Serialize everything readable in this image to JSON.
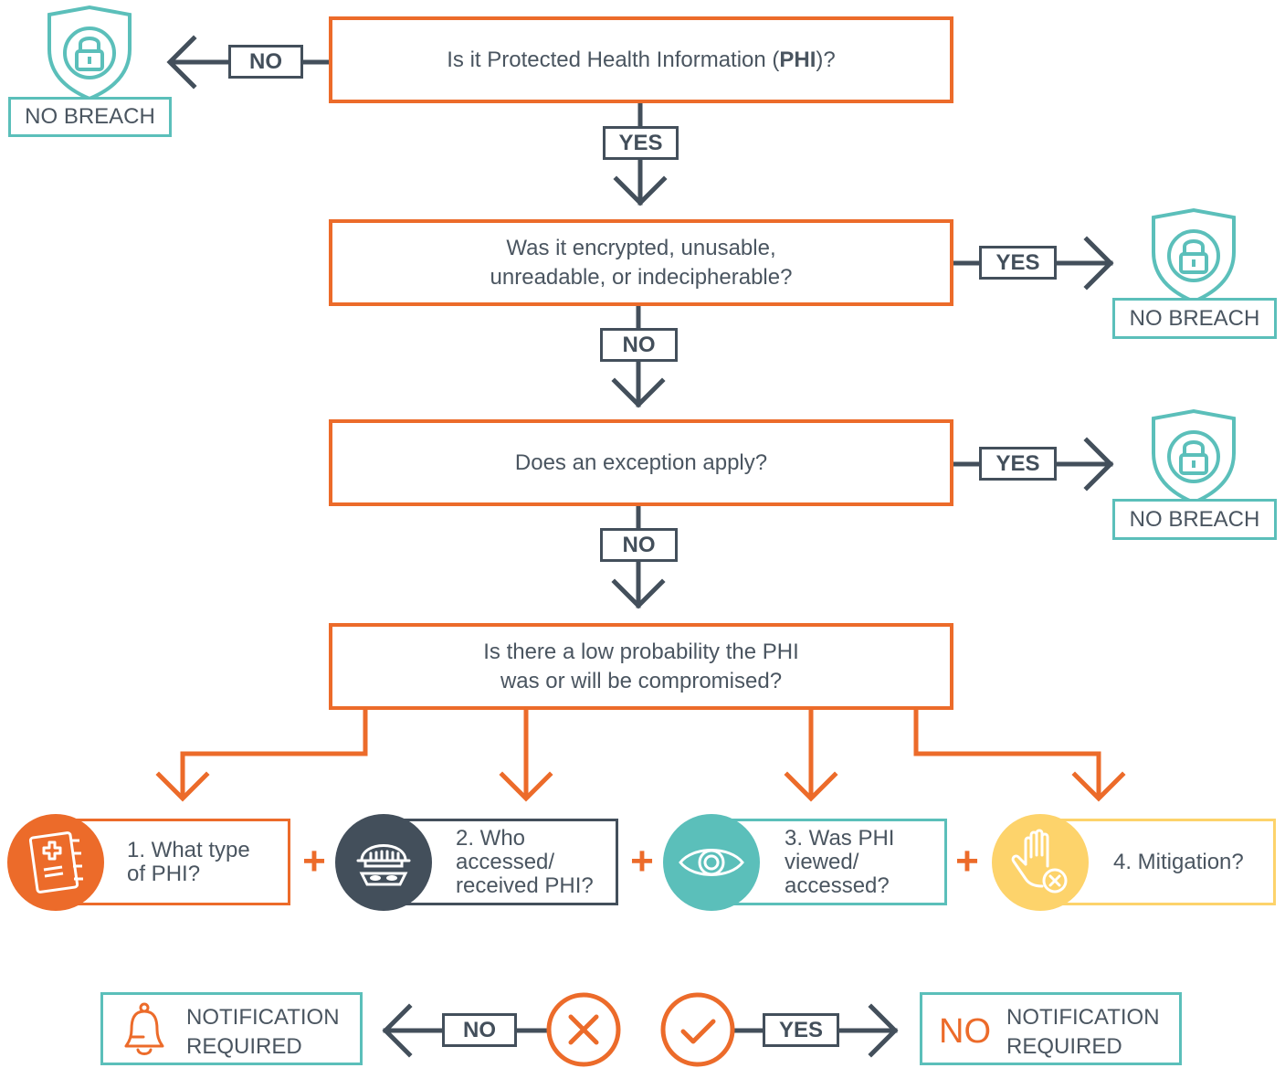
{
  "questions": {
    "q1_prefix": "Is it Protected Health Information (",
    "q1_bold": "PHI",
    "q1_suffix": ")?",
    "q2_line1": "Was it encrypted, unusable,",
    "q2_line2": "unreadable, or indecipherable?",
    "q3": "Does an exception apply?",
    "q4_line1": "Is there a low probability the PHI",
    "q4_line2": "was or will be compromised?"
  },
  "tags": {
    "q1_no": "NO",
    "q1_yes": "YES",
    "q2_yes": "YES",
    "q2_no": "NO",
    "q3_yes": "YES",
    "q3_no": "NO",
    "final_no": "NO",
    "final_yes": "YES"
  },
  "outcomes": {
    "no_breach_1": "NO BREACH",
    "no_breach_2": "NO BREACH",
    "no_breach_3": "NO BREACH",
    "notification_line1": "NOTIFICATION",
    "notification_line2": "REQUIRED",
    "no_notification_prefix": "NO",
    "no_notification_line1": "NOTIFICATION",
    "no_notification_line2": "REQUIRED"
  },
  "factors": [
    {
      "line1": "1. What type",
      "line2": "of PHI?",
      "line3": "",
      "color": "#ec6b2a",
      "icon": "medical-record-icon"
    },
    {
      "line1": "2. Who",
      "line2": "accessed/",
      "line3": "received PHI?",
      "color": "#434f5b",
      "icon": "burglar-icon"
    },
    {
      "line1": "3. Was PHI",
      "line2": "viewed/",
      "line3": "accessed?",
      "color": "#5bbfba",
      "icon": "eye-icon"
    },
    {
      "line1": "4. Mitigation?",
      "line2": "",
      "line3": "",
      "color": "#fdd36b",
      "icon": "stop-hand-icon"
    }
  ],
  "plus": "+",
  "colors": {
    "orange": "#ec6b2a",
    "slate": "#434f5b",
    "teal": "#5bbfba",
    "yellow": "#fdd36b"
  }
}
